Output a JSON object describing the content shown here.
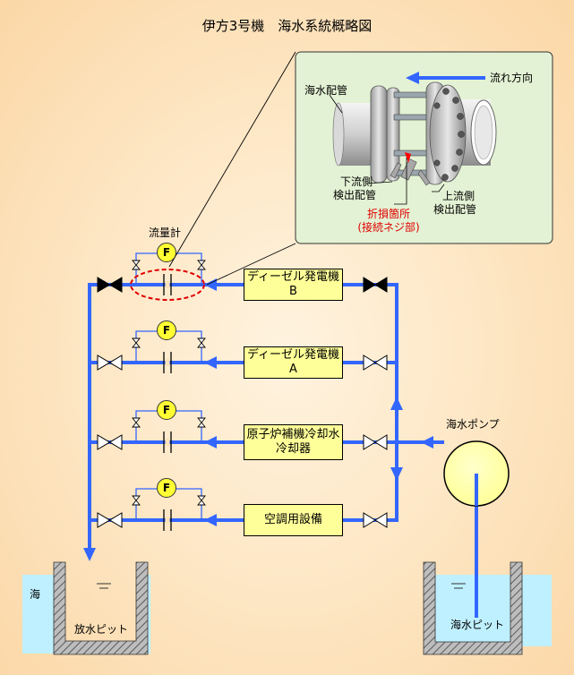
{
  "title": "伊方3号機　海水系統概略図",
  "equipment": [
    {
      "label": "ディーゼル発電機B"
    },
    {
      "label": "ディーゼル発電機A"
    },
    {
      "label": "原子炉補機冷却水冷却器",
      "line1": "原子炉補機冷却水",
      "line2": "冷却器"
    },
    {
      "label": "空調用設備"
    }
  ],
  "flowmeter_label": "流量計",
  "flowmeter_symbol": "F",
  "seawater_pump": "海水ポンプ",
  "sea": "海",
  "discharge_pit": "放水ピット",
  "seawater_pit": "海水ピット",
  "inset": {
    "flow_direction": "流れ方向",
    "seawater_pipe": "海水配管",
    "downstream_line1": "下流側",
    "downstream_line2": "検出配管",
    "upstream_line1": "上流側",
    "upstream_line2": "検出配管",
    "break_line1": "折損箇所",
    "break_line2": "(接続ネジ部)"
  },
  "colors": {
    "pipe": "#3366ff",
    "water": "#bff0ff",
    "box_fill": "#ffff99",
    "inset_bg": "#e3f2d4",
    "valve_open": "#ffffff",
    "valve_closed": "#000000",
    "fracture": "#ff0000"
  },
  "valve_states": {
    "diesel_b": "closed",
    "others": "open"
  }
}
